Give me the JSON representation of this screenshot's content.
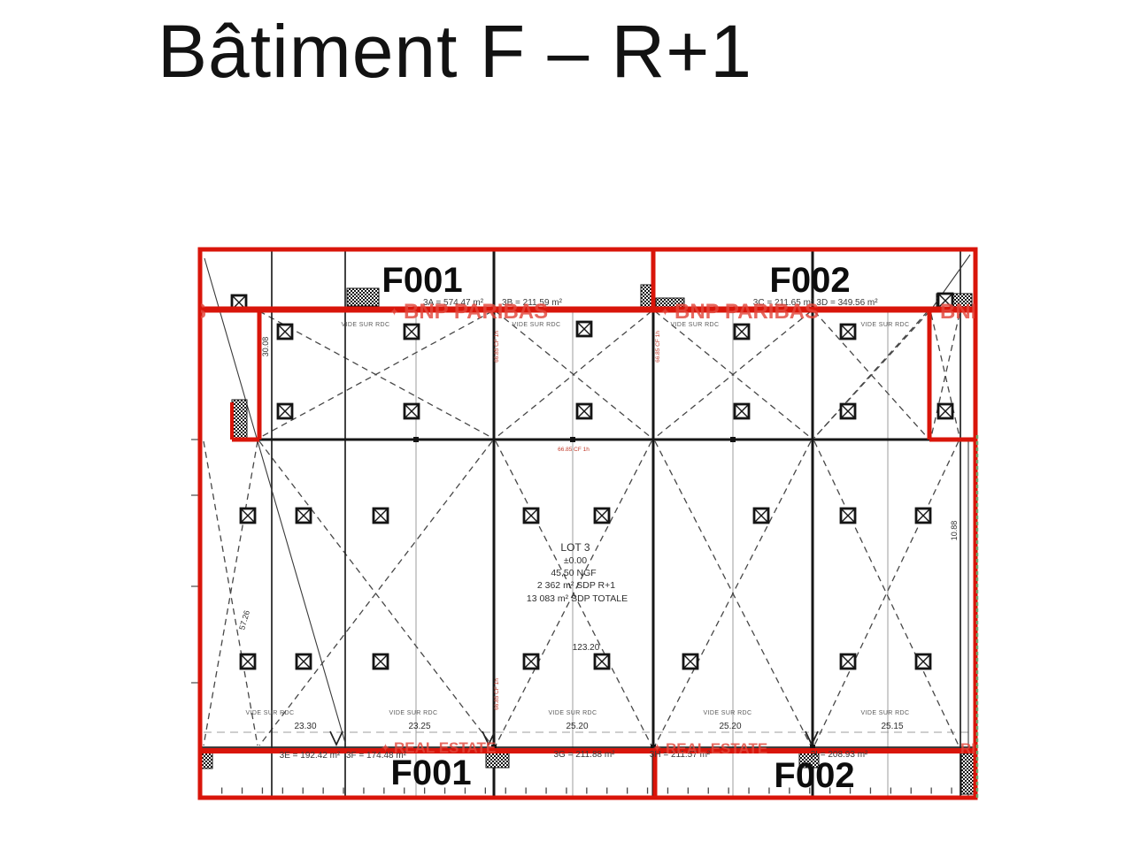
{
  "title": "Bâtiment F – R+1",
  "plan": {
    "zones": {
      "top_left": "F001",
      "top_right": "F002",
      "bottom_left": "F001",
      "bottom_right": "F002"
    },
    "areas": {
      "a3a": "3A = 574.47 m²",
      "a3b": "3B = 211.59 m²",
      "a3c": "3C = 211.65 m²",
      "a3d": "3D = 349.56 m²",
      "a3e": "3E = 192.42 m²",
      "a3f": "3F = 174.48 m²",
      "a3g": "3G = 211.88 m²",
      "a3h": "3H = 211.57 m²",
      "a3i": "3I = 208.93 m²"
    },
    "lot": {
      "name": "LOT 3",
      "level": "±0.00",
      "ngf": "45,50 NGF",
      "sdp_r1": "2 362 m² SDP R+1",
      "sdp_total": "13 083 m² SDP TOTALE"
    },
    "dims": {
      "bay1": "23.30",
      "bay2": "23.25",
      "bay3": "25.20",
      "bay4": "25.20",
      "bay5": "25.15",
      "total": "123.20",
      "left_height": "57.26",
      "left_top": "30.08",
      "right_height": "10.88"
    },
    "labels": {
      "vide": "VIDE SUR RDC",
      "fire": "66.85 CF 1h"
    },
    "watermark": {
      "brand": "BNP PARIBAS",
      "estate": "REAL ESTATE",
      "logo": "✦"
    },
    "colors": {
      "demise_red": "#d9150a",
      "structure_black": "#161616",
      "grid_gray": "#9c9c9c",
      "edge_green": "#6fa86f",
      "watermark_red": "#e2483d"
    }
  }
}
